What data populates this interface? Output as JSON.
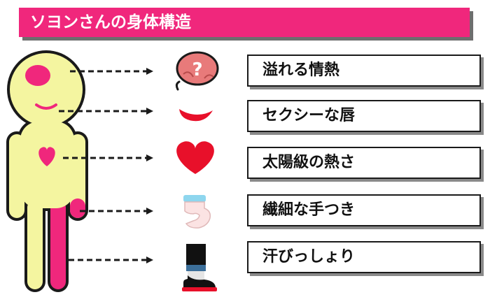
{
  "title": "ソヨンさんの身体構造",
  "labels": [
    "溢れる情熱",
    "セクシーな唇",
    "太陽級の熱さ",
    "繊細な手つき",
    "汗びっしょり"
  ],
  "icons": [
    "brain-question-icon",
    "lips-icon",
    "heart-icon",
    "hand-sleeve-icon",
    "leg-shoe-icon"
  ],
  "colors": {
    "accent_pink": "#f0277c",
    "body_yellow": "#f4f5a0",
    "red": "#e8102a",
    "brain_pink": "#e87a7a",
    "cuff_blue": "#8ed6ee",
    "hand_pink": "#fbe3e3",
    "sock_black": "#111111",
    "shoe_blue": "#3c6f9a"
  }
}
